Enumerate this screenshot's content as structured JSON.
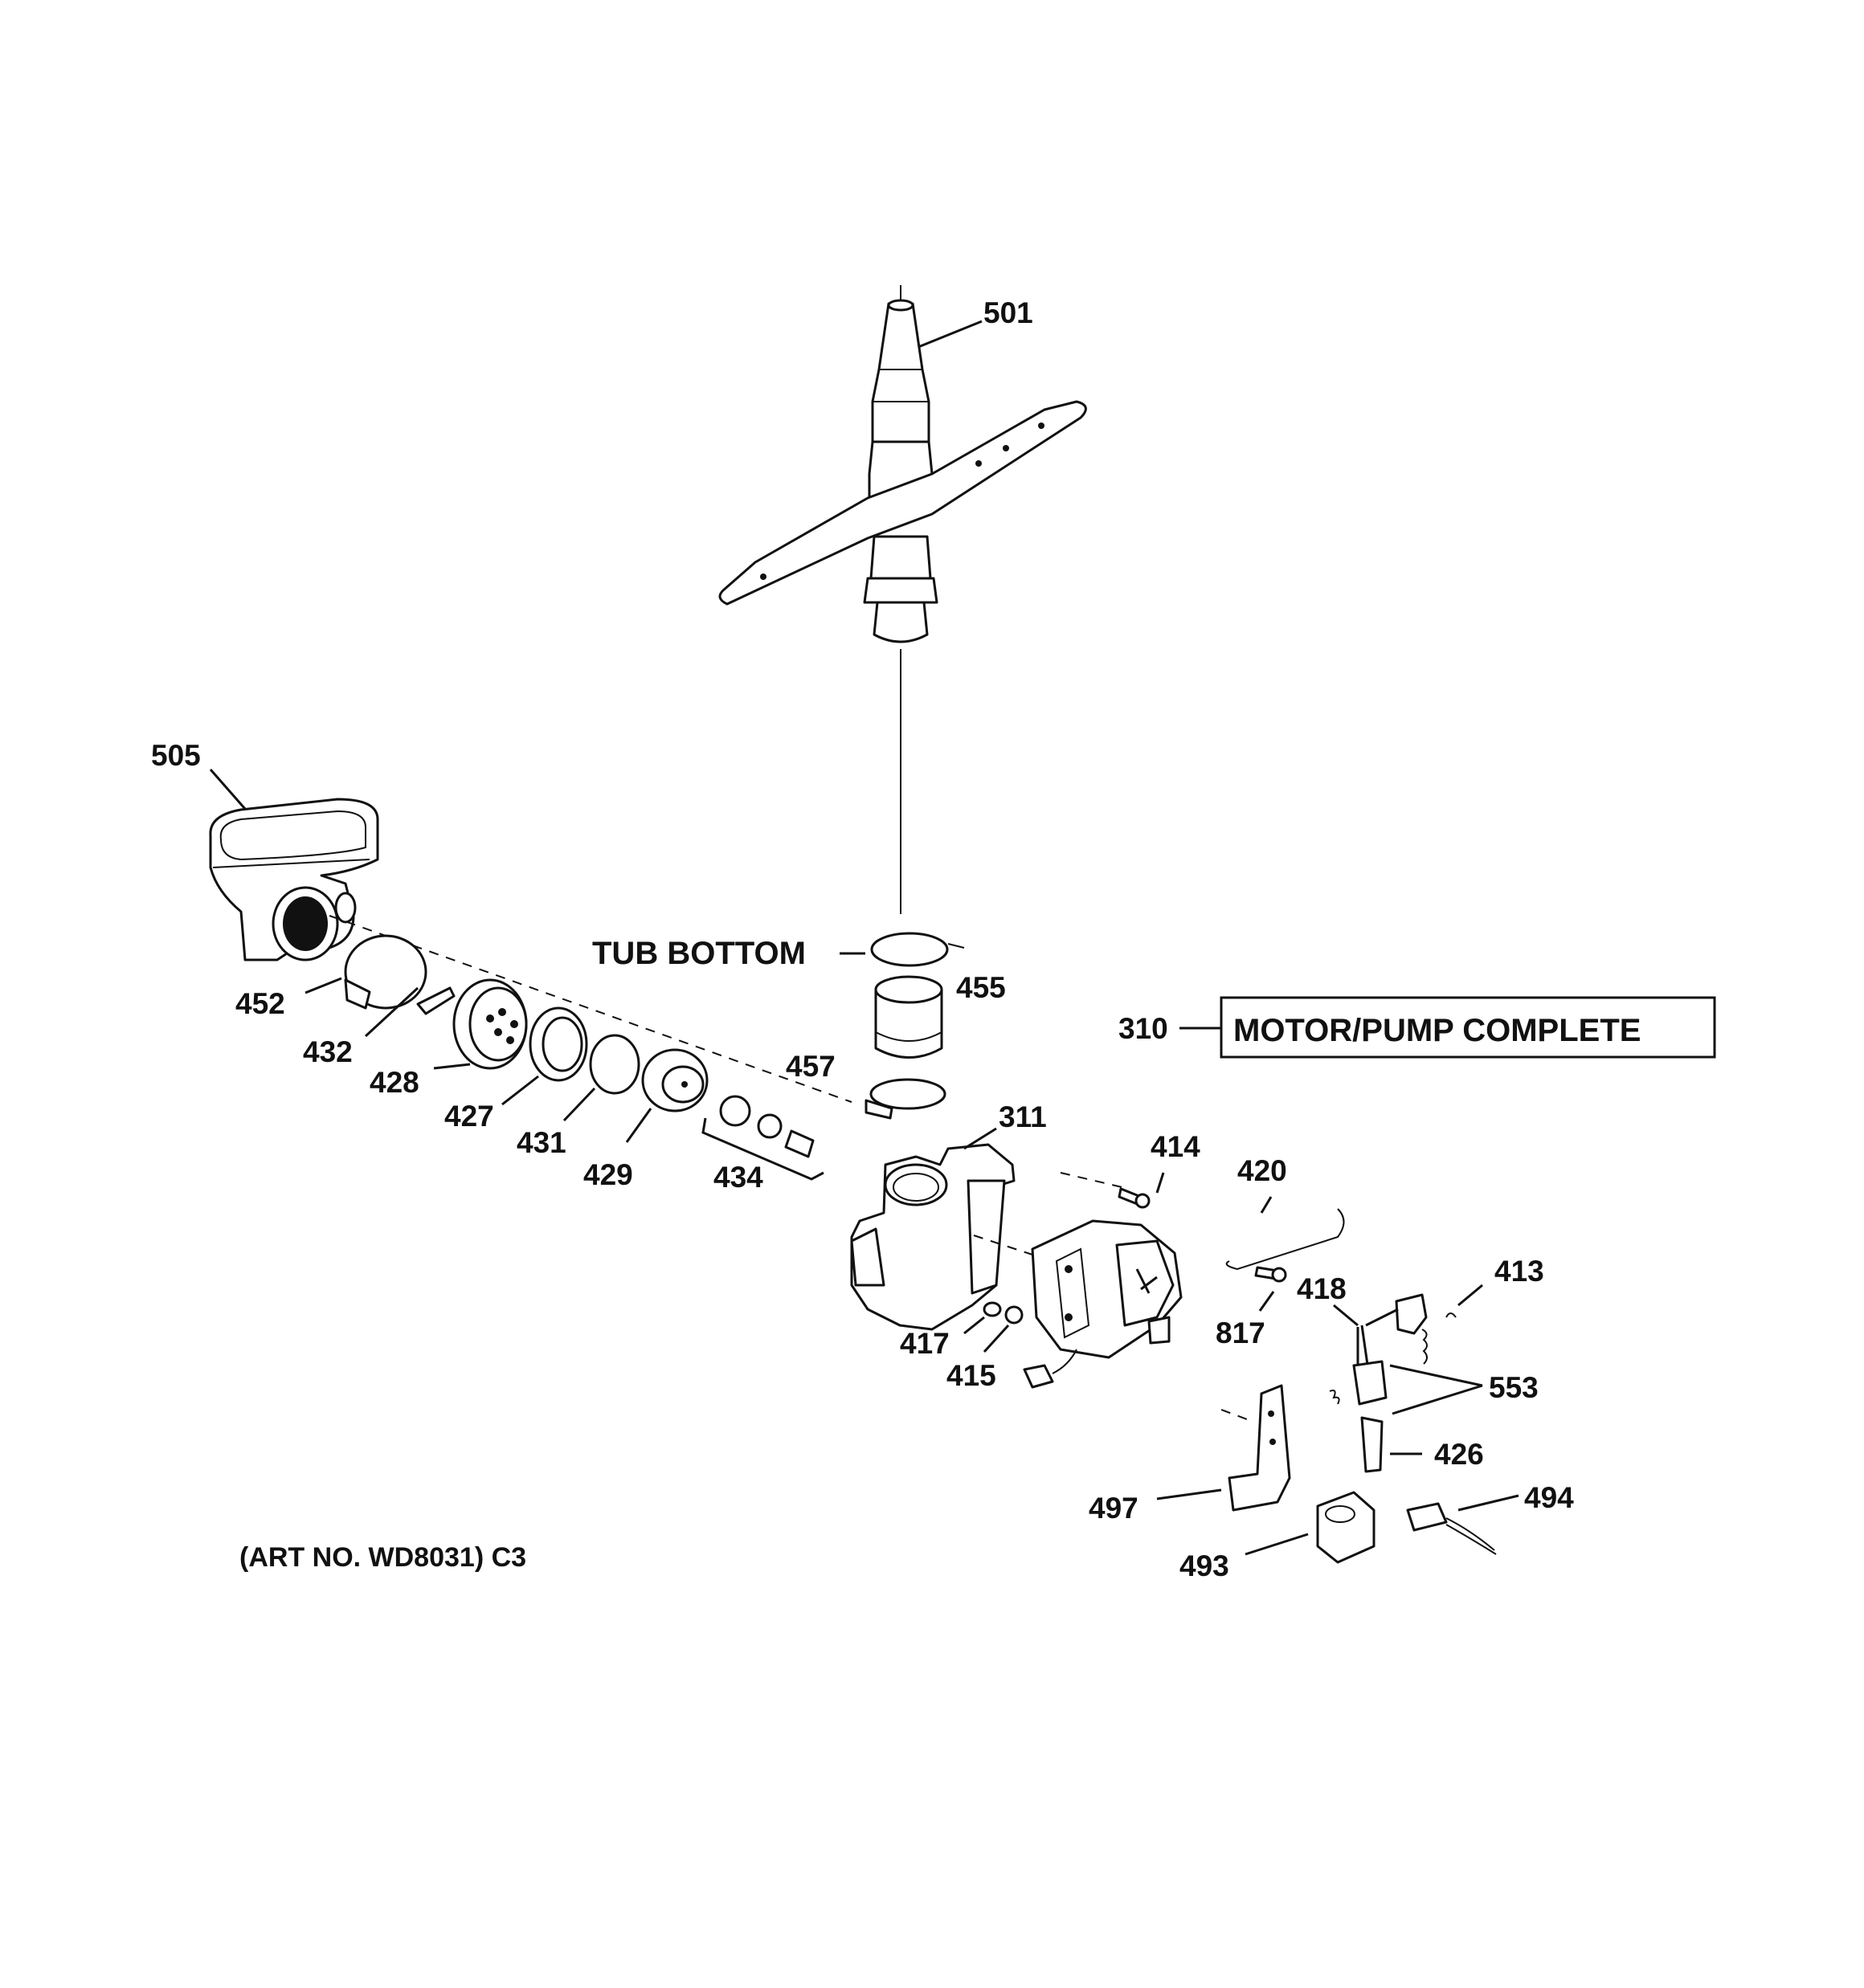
{
  "labels": {
    "p501": "501",
    "p505": "505",
    "tub_bottom": "TUB BOTTOM",
    "p455": "455",
    "p457": "457",
    "p310": "310",
    "motor_pump": "MOTOR/PUMP COMPLETE",
    "p452": "452",
    "p432": "432",
    "p428": "428",
    "p427": "427",
    "p431": "431",
    "p429": "429",
    "p434": "434",
    "p311": "311",
    "p414": "414",
    "p420": "420",
    "p418": "418",
    "p413": "413",
    "p817": "817",
    "p417": "417",
    "p415": "415",
    "p553": "553",
    "p426": "426",
    "p497": "497",
    "p494": "494",
    "p493": "493",
    "art_no": "(ART NO. WD8031) C3"
  }
}
